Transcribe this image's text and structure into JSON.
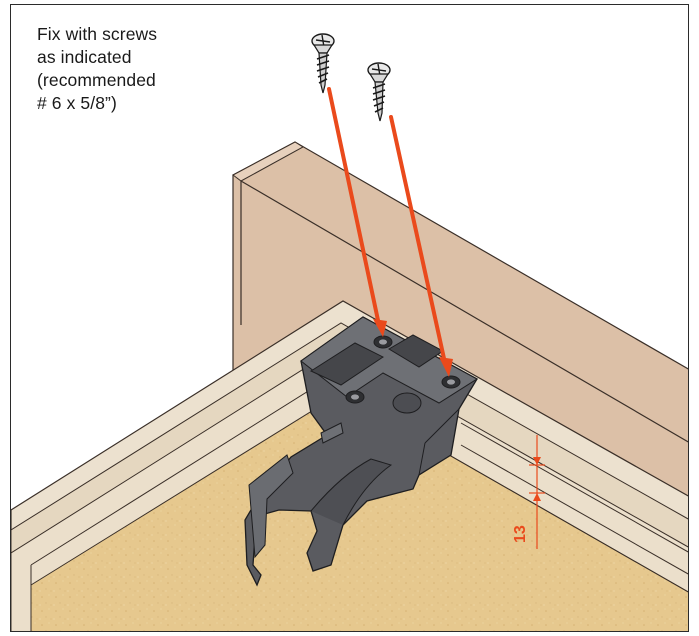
{
  "instruction": {
    "lines": [
      "Fix with screws",
      "as indicated",
      "(recommended",
      "# 6 x 5/8”)"
    ]
  },
  "dimension": {
    "value": "13"
  },
  "colors": {
    "accent": "#ea4a1c",
    "wood_back": "#d9b9a0",
    "wood_side": "#e9dcc8",
    "bottom_panel": "#e6c88e",
    "bracket": "#55565a"
  },
  "icons": [
    "wood-screw-icon",
    "wood-screw-icon"
  ]
}
